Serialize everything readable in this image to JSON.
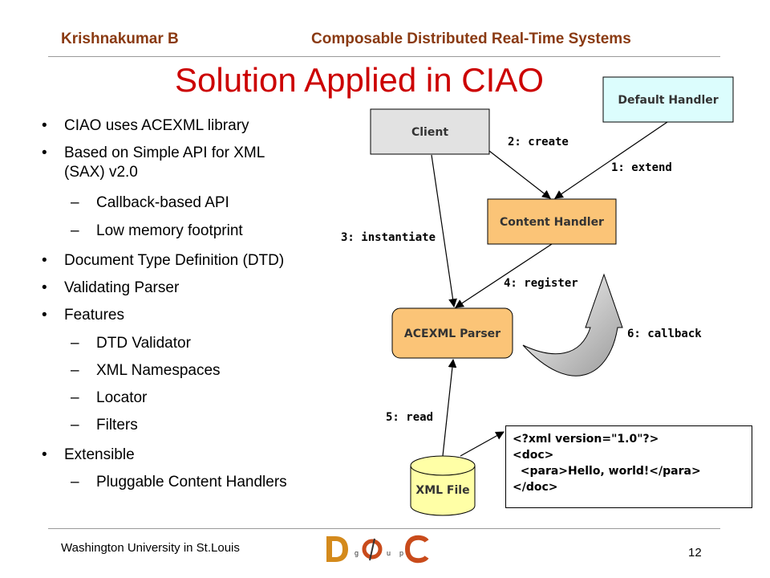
{
  "header": {
    "author": "Krishnakumar B",
    "course": "Composable Distributed Real-Time Systems"
  },
  "title": "Solution Applied in CIAO",
  "bullets": [
    {
      "level": 1,
      "text": "CIAO uses ACEXML library"
    },
    {
      "level": 1,
      "text": "Based on Simple API for XML"
    },
    {
      "level": 1,
      "text": "(SAX) v2.0"
    },
    {
      "level": 2,
      "text": "Callback-based API"
    },
    {
      "level": 2,
      "text": "Low memory footprint"
    },
    {
      "level": 1,
      "text": "Document Type Definition (DTD)"
    },
    {
      "level": 1,
      "text": "Validating Parser"
    },
    {
      "level": 1,
      "text": "Features"
    },
    {
      "level": 2,
      "text": "DTD Validator"
    },
    {
      "level": 2,
      "text": "XML Namespaces"
    },
    {
      "level": 2,
      "text": "Locator"
    },
    {
      "level": 2,
      "text": "Filters"
    },
    {
      "level": 1,
      "text": "Extensible"
    },
    {
      "level": 2,
      "text": "Pluggable Content Handlers"
    }
  ],
  "diagram": {
    "nodes": {
      "client": "Client",
      "default_handler": "Default Handler",
      "content_handler": "Content Handler",
      "parser": "ACEXML Parser",
      "xml_file": "XML File"
    },
    "edges": {
      "create": "2: create",
      "extend": "1: extend",
      "instantiate": "3: instantiate",
      "register": "4: register",
      "callback": "6: callback",
      "read": "5: read"
    },
    "colors": {
      "client": "#e2e2e2",
      "default_handler": "#dcfdfd",
      "content_handler": "#fbc477",
      "parser": "#fbc477",
      "xml_file": "#ffffa6"
    }
  },
  "xml_sample": [
    "<?xml version=\"1.0\"?>",
    "<doc>",
    "  <para>Hello, world!</para>",
    "</doc>"
  ],
  "footer": {
    "institution": "Washington University in St.Louis",
    "page": "12",
    "logo_text": "DOC group"
  }
}
